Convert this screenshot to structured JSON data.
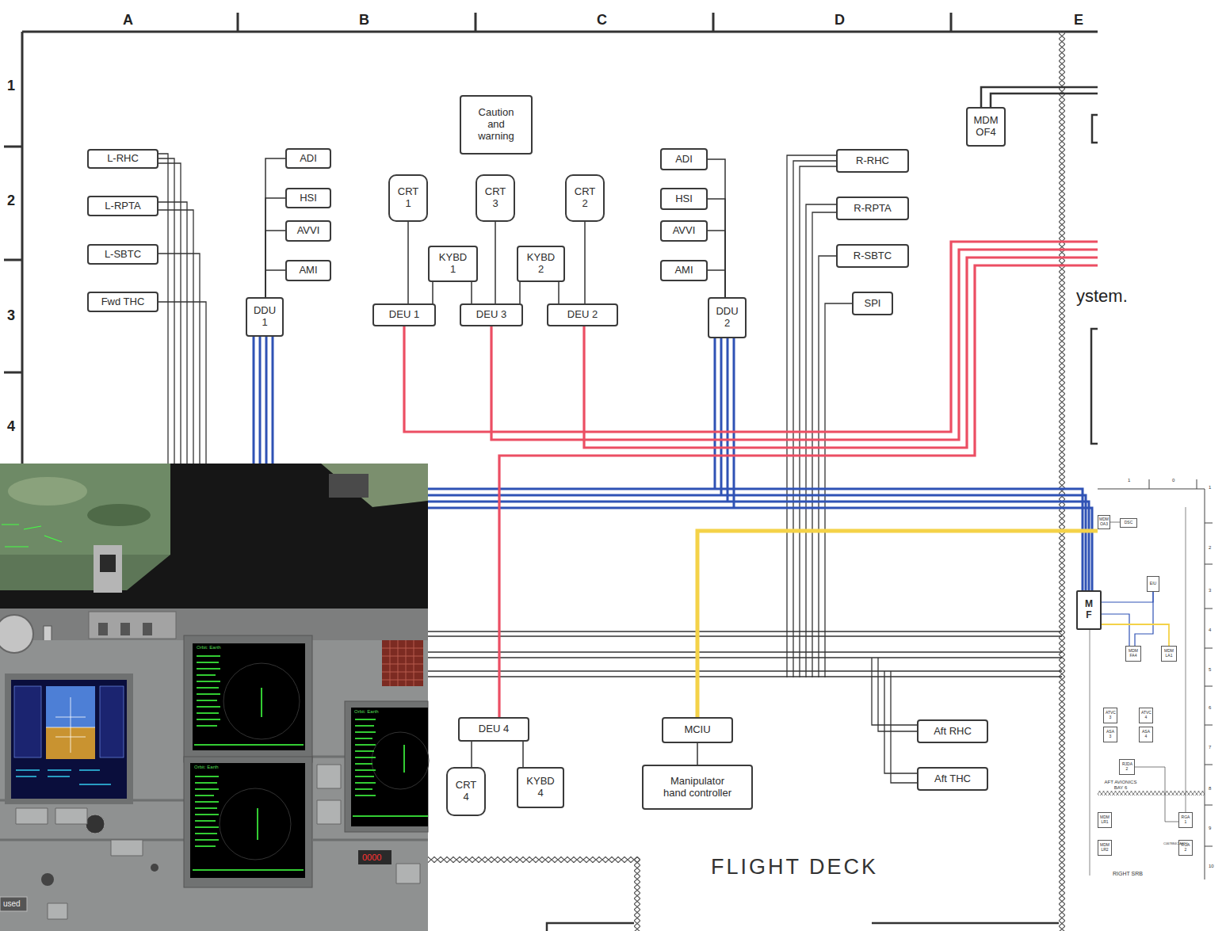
{
  "diagram": {
    "nodes": [
      {
        "text": [
          "L-RHC"
        ]
      },
      {
        "text": [
          "L-RPTA"
        ]
      },
      {
        "text": [
          "L-SBTC"
        ]
      },
      {
        "text": [
          "Fwd THC"
        ]
      },
      {
        "text": [
          "ADI"
        ]
      },
      {
        "text": [
          "HSI"
        ]
      },
      {
        "text": [
          "AVVI"
        ]
      },
      {
        "text": [
          "AMI"
        ]
      },
      {
        "text": [
          "DDU 1"
        ]
      },
      {
        "text": [
          "Caution and warning"
        ]
      },
      {
        "text": [
          "CRT 1"
        ]
      },
      {
        "text": [
          "CRT 3"
        ]
      },
      {
        "text": [
          "CRT 2"
        ]
      },
      {
        "text": [
          "KYBD 1"
        ]
      },
      {
        "text": [
          "KYBD 2"
        ]
      },
      {
        "text": [
          "DEU 1"
        ]
      },
      {
        "text": [
          "DEU 3"
        ]
      },
      {
        "text": [
          "DEU 2"
        ]
      },
      {
        "text": [
          "ADI"
        ]
      },
      {
        "text": [
          "HSI"
        ]
      },
      {
        "text": [
          "AVVI"
        ]
      },
      {
        "text": [
          "AMI"
        ]
      },
      {
        "text": [
          "DDU 2"
        ]
      },
      {
        "text": [
          "R-RHC"
        ]
      },
      {
        "text": [
          "R-RPTA"
        ]
      },
      {
        "text": [
          "R-SBTC"
        ]
      },
      {
        "text": [
          "SPI"
        ]
      },
      {
        "text": [
          "MDM OF4"
        ]
      },
      {
        "text": [
          "DEU 4"
        ]
      },
      {
        "text": [
          "CRT 4"
        ]
      },
      {
        "text": [
          "KYBD 4"
        ]
      },
      {
        "text": [
          "MCIU"
        ]
      },
      {
        "text": [
          "Manipulator hand controller"
        ]
      },
      {
        "text": [
          "Aft RHC"
        ]
      },
      {
        "text": [
          "Aft THC"
        ]
      },
      {
        "text": [
          "MDM OA3"
        ]
      },
      {
        "text": [
          "DSC"
        ]
      },
      {
        "text": [
          "EIU"
        ]
      },
      {
        "text": [
          "M F"
        ]
      },
      {
        "text": [
          "MDM FA4"
        ]
      },
      {
        "text": [
          "MDM LA1"
        ]
      },
      {
        "text": [
          "ATVC 3"
        ]
      },
      {
        "text": [
          "ATVC 4"
        ]
      },
      {
        "text": [
          "ASA 3"
        ]
      },
      {
        "text": [
          "ASA 4"
        ]
      },
      {
        "text": [
          "RJDA 2"
        ]
      },
      {
        "text": [
          "MDM LR1"
        ]
      },
      {
        "text": [
          "MDM LR2"
        ]
      },
      {
        "text": [
          "RGA 1"
        ]
      },
      {
        "text": [
          "RGA 2"
        ]
      }
    ],
    "edges": [
      {
        "from": 4,
        "to": 8,
        "arrow": "none"
      },
      {
        "from": 5,
        "to": 8,
        "arrow": "none"
      },
      {
        "from": 6,
        "to": 8,
        "arrow": "none"
      },
      {
        "from": 7,
        "to": 8,
        "arrow": "none"
      },
      {
        "from": 18,
        "to": 22,
        "arrow": "none"
      },
      {
        "from": 19,
        "to": 22,
        "arrow": "none"
      },
      {
        "from": 20,
        "to": 22,
        "arrow": "none"
      },
      {
        "from": 21,
        "to": 22,
        "arrow": "none"
      },
      {
        "from": 10,
        "to": 15,
        "arrow": "none"
      },
      {
        "from": 11,
        "to": 16,
        "arrow": "none"
      },
      {
        "from": 12,
        "to": 17,
        "arrow": "none"
      },
      {
        "from": 13,
        "to": 15,
        "arrow": "none"
      },
      {
        "from": 13,
        "to": 16,
        "arrow": "none"
      },
      {
        "from": 14,
        "to": 16,
        "arrow": "none"
      },
      {
        "from": 14,
        "to": 17,
        "arrow": "none"
      },
      {
        "from": 29,
        "to": 28,
        "arrow": "none"
      },
      {
        "from": 30,
        "to": 28,
        "arrow": "none"
      },
      {
        "from": 31,
        "to": 32,
        "arrow": "none"
      },
      {
        "from": 35,
        "to": 36,
        "arrow": "none"
      },
      {
        "from": 38,
        "to": 37,
        "arrow": "none"
      },
      {
        "from": 37,
        "to": 39,
        "arrow": "none"
      },
      {
        "from": 38,
        "to": 39,
        "arrow": "none"
      },
      {
        "from": 38,
        "to": 40,
        "arrow": "none"
      },
      {
        "from": 45,
        "to": 48,
        "arrow": "none"
      }
    ],
    "labels": [
      "A",
      "B",
      "C",
      "D",
      "E",
      "1",
      "2",
      "3",
      "4",
      "ystem.",
      "FLIGHT DECK",
      "1",
      "0",
      "1",
      "2",
      "3",
      "4",
      "5",
      "6",
      "7",
      "8",
      "9",
      "10",
      "AFT AVIONICS BAY 6",
      "RIGHT SRB",
      "C067884C.ART;1",
      "Orbit: Earth",
      "Orbit: Earth",
      "Orbit: Earth",
      "0000",
      "used"
    ]
  }
}
